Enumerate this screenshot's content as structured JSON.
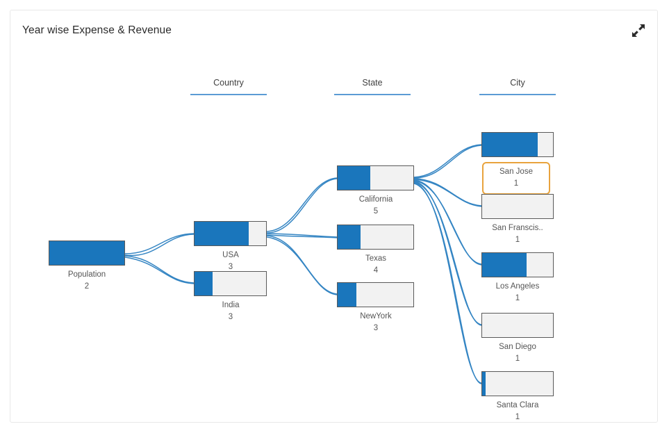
{
  "card": {
    "title": "Year wise Expense & Revenue",
    "expand_icon": "expand-diagonal-arrows-icon"
  },
  "columns": [
    {
      "label": "Country"
    },
    {
      "label": "State"
    },
    {
      "label": "City"
    }
  ],
  "chart_data": {
    "type": "sankey",
    "title": "Year wise Expense & Revenue",
    "stage_labels": [
      "Country",
      "State",
      "City"
    ],
    "accent_color": "#1a76bc",
    "track_color": "#f2f2f2",
    "border_color": "#595959",
    "link_color": "#2a7fc0",
    "highlight_color": "#e8a33d",
    "nodes": [
      {
        "id": "population",
        "stage": -1,
        "name": "Population",
        "value": "2",
        "fill_pct": 100,
        "highlighted": false
      },
      {
        "id": "usa",
        "stage": 0,
        "name": "USA",
        "value": "3",
        "fill_pct": 76,
        "highlighted": false
      },
      {
        "id": "india",
        "stage": 0,
        "name": "India",
        "value": "3",
        "fill_pct": 25,
        "highlighted": false
      },
      {
        "id": "california",
        "stage": 1,
        "name": "California",
        "value": "5",
        "fill_pct": 43,
        "highlighted": false
      },
      {
        "id": "texas",
        "stage": 1,
        "name": "Texas",
        "value": "4",
        "fill_pct": 30,
        "highlighted": false
      },
      {
        "id": "newyork",
        "stage": 1,
        "name": "NewYork",
        "value": "3",
        "fill_pct": 25,
        "highlighted": false
      },
      {
        "id": "san-jose",
        "stage": 2,
        "name": "San Jose",
        "value": "1",
        "fill_pct": 78,
        "highlighted": true
      },
      {
        "id": "san-francisco",
        "stage": 2,
        "name": "San Franscis..",
        "value": "1",
        "fill_pct": 0,
        "highlighted": false
      },
      {
        "id": "los-angeles",
        "stage": 2,
        "name": "Los Angeles",
        "value": "1",
        "fill_pct": 63,
        "highlighted": false
      },
      {
        "id": "san-diego",
        "stage": 2,
        "name": "San Diego",
        "value": "1",
        "fill_pct": 0,
        "highlighted": false
      },
      {
        "id": "santa-clara",
        "stage": 2,
        "name": "Santa Clara",
        "value": "1",
        "fill_pct": 5,
        "highlighted": false
      }
    ],
    "links": [
      {
        "source": "population",
        "target": "usa"
      },
      {
        "source": "population",
        "target": "india"
      },
      {
        "source": "usa",
        "target": "california"
      },
      {
        "source": "usa",
        "target": "texas"
      },
      {
        "source": "usa",
        "target": "newyork"
      },
      {
        "source": "california",
        "target": "san-jose"
      },
      {
        "source": "california",
        "target": "san-francisco"
      },
      {
        "source": "california",
        "target": "los-angeles"
      },
      {
        "source": "california",
        "target": "san-diego"
      },
      {
        "source": "california",
        "target": "santa-clara"
      }
    ]
  }
}
